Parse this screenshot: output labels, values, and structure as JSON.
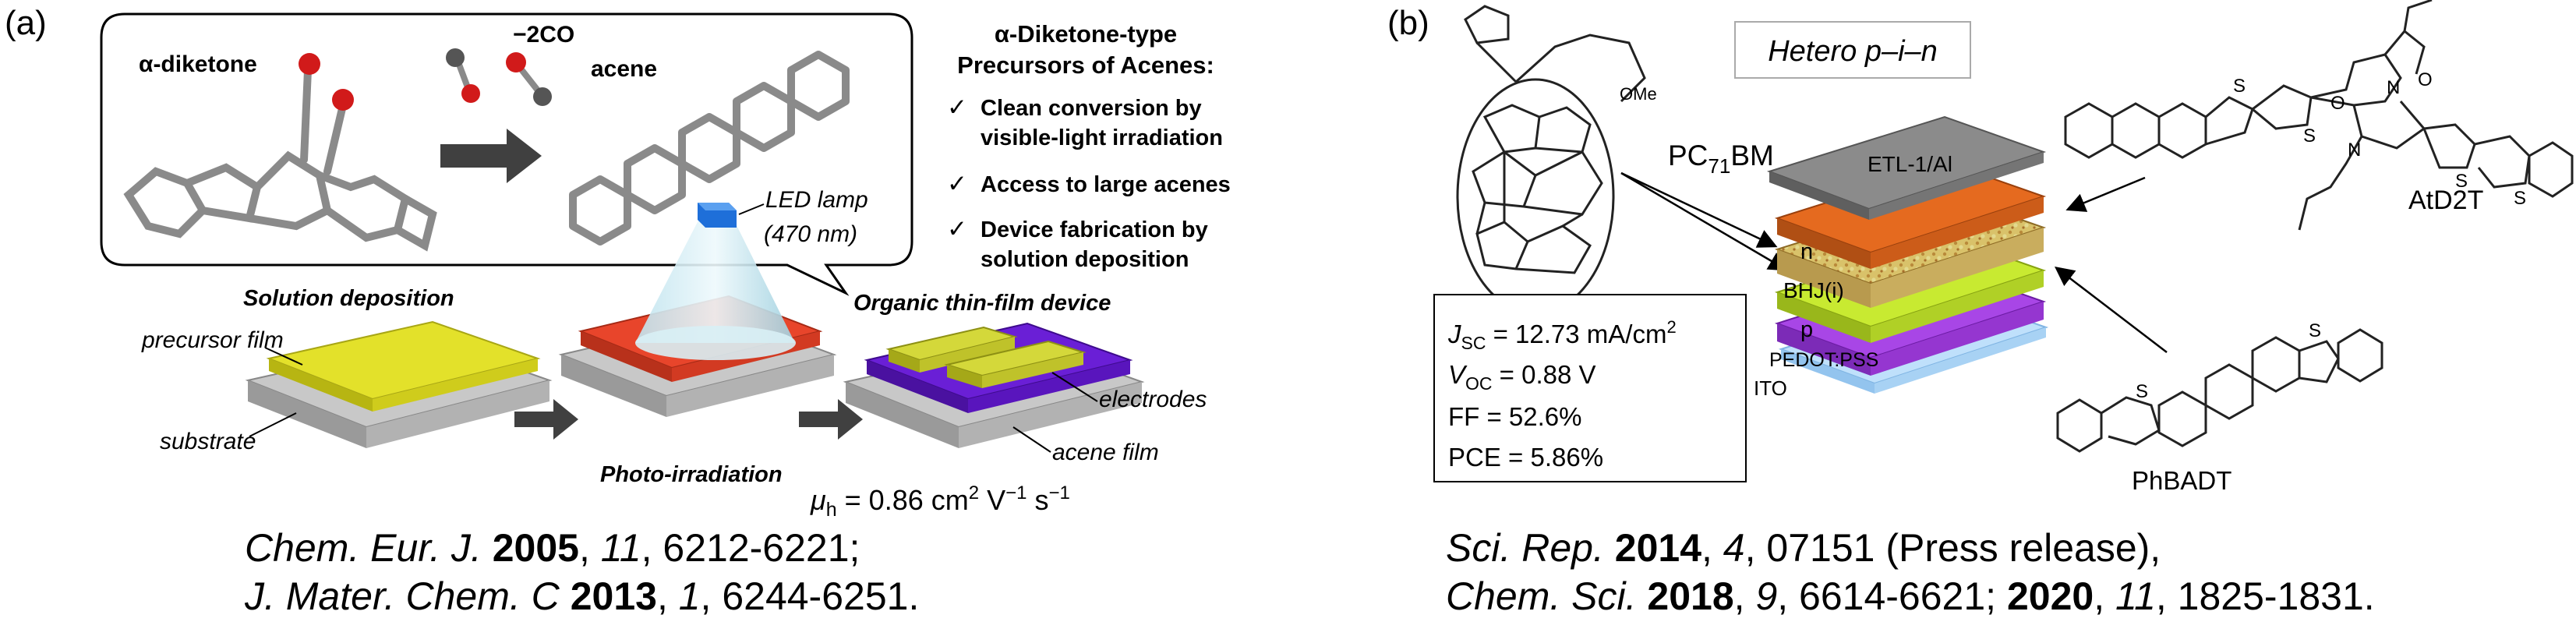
{
  "panel_a": {
    "tag": "(a)",
    "bubble": {
      "label_diketone": "α-diketone",
      "label_co": "−2CO",
      "label_acene": "acene"
    },
    "precursors": {
      "title_1": "α-Diketone-type",
      "title_2": "Precursors of Acenes:",
      "check": "✓",
      "items": [
        {
          "line1": "Clean conversion by",
          "line2": "visible-light irradiation"
        },
        {
          "line1": "Access to large acenes",
          "line2": ""
        },
        {
          "line1": "Device fabrication by",
          "line2": "solution deposition"
        }
      ]
    },
    "led_1": "LED lamp",
    "led_2": "(470 nm)",
    "solution_deposition": "Solution deposition",
    "photo_irradiation": "Photo-irradiation",
    "device_title": "Organic thin-film device",
    "precursor_film": "precursor film",
    "substrate": "substrate",
    "electrodes": "electrodes",
    "acene_film": "acene film",
    "mobility": {
      "mu": "μ",
      "sub": "h",
      "eq": " = 0.86 cm",
      "sup1": "2",
      "v": " V",
      "sup2": "−1",
      "s": " s",
      "sup3": "−1"
    },
    "citation": {
      "l1_journal": "Chem. Eur. J.",
      "l1_year": "2005",
      "l1_vol": "11",
      "l1_pages": ", 6212-6221;",
      "l2_journal": "J. Mater. Chem. C",
      "l2_year": "2013",
      "l2_vol": "1",
      "l2_pages": ", 6244-6251."
    }
  },
  "panel_b": {
    "tag": "(b)",
    "hetero": "Hetero p–i–n",
    "pcbm": {
      "pc": "PC",
      "sub": "71",
      "bm": "BM"
    },
    "ome": "OMe",
    "atd2t": "AtD2T",
    "phbadt": "PhBADT",
    "layers": {
      "etl": "ETL-1/Al",
      "n": "n",
      "bhj": "BHJ(i)",
      "p": "p",
      "pedot": "PEDOT:PSS",
      "ito": "ITO"
    },
    "metrics": {
      "jsc": {
        "sym": "J",
        "sub": "SC",
        "val": " = 12.73 mA/cm",
        "sup": "2"
      },
      "voc": {
        "sym": "V",
        "sub": "OC",
        "val": " = 0.88 V"
      },
      "ff": "FF =  52.6%",
      "pce": "PCE = 5.86%"
    },
    "atoms": {
      "s": "S",
      "n": "N",
      "o": "O"
    },
    "citation": {
      "l1_journal": "Sci. Rep.",
      "l1_year": "2014",
      "l1_vol": "4",
      "l1_pages": ", 07151 (Press release),",
      "l2_journal": "Chem. Sci.",
      "l2_year": "2018",
      "l2_vol": "9",
      "l2_mid": ", 6614-6621; ",
      "l2_year2": "2020",
      "l2_vol2": "11",
      "l2_pages": ", 1825-1831."
    }
  }
}
